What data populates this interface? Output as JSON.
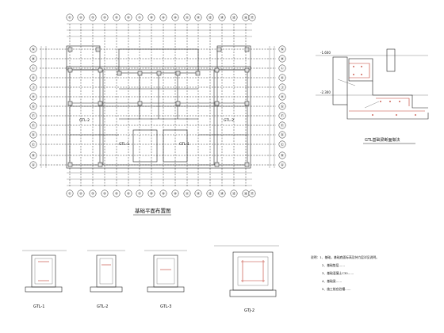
{
  "plan": {
    "title": "基础平面布置图",
    "axes_top": [
      "①",
      "②",
      "③",
      "④",
      "⑤",
      "⑥",
      "⑦",
      "⑧",
      "⑨",
      "⑩",
      "⑪",
      "⑫",
      "⑬",
      "⑭",
      "⑮",
      "⑯",
      "⑰"
    ],
    "axes_side": [
      "Ⓐ",
      "Ⓑ",
      "Ⓒ",
      "Ⓓ",
      "Ⓔ",
      "Ⓕ",
      "Ⓖ",
      "Ⓗ",
      "Ⓙ",
      "Ⓚ",
      "Ⓛ",
      "Ⓜ",
      "Ⓝ"
    ],
    "labels": {
      "gtl2_left": "GTL-2",
      "gtl2_right": "GTL-2",
      "gtl1_center_a": "GTL-1",
      "gtl1_center_b": "GTL-1"
    }
  },
  "section": {
    "title": "GTL基础梁断面做法",
    "level_top": "-1.600",
    "level_mid": "-2.300"
  },
  "details": [
    {
      "id": "d1",
      "caption": "GTL-1"
    },
    {
      "id": "d2",
      "caption": "GTL-2"
    },
    {
      "id": "d3",
      "caption": "GTL-3"
    },
    {
      "id": "d4",
      "caption": "GTJ-2"
    }
  ],
  "notes": {
    "lines": [
      "说明：1、基础，基础底面标高及持力层详见说明。",
      "2、基础垫层……",
      "3、基础混凝土C30……",
      "4、基础梁……",
      "5、施工前应验槽……"
    ]
  }
}
